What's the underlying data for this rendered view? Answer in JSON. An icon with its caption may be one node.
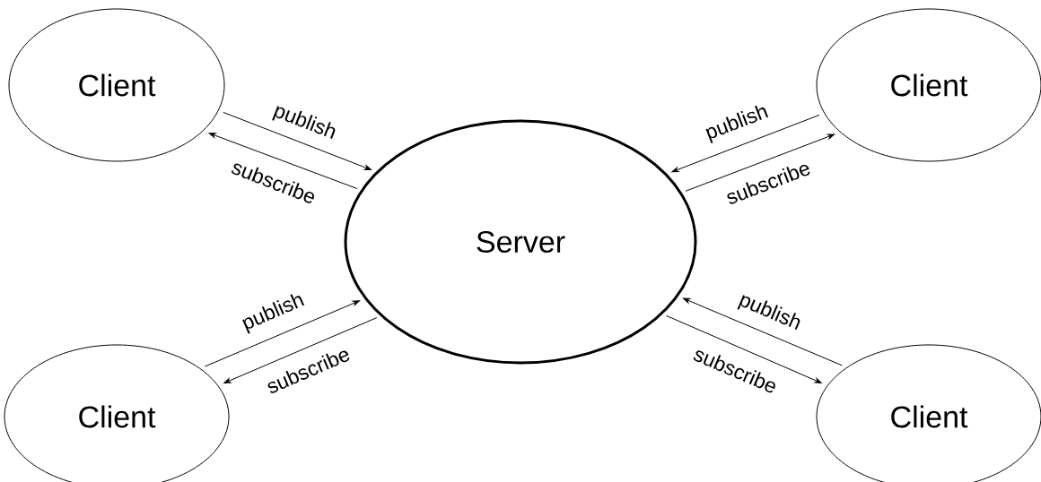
{
  "diagram": {
    "nodes": [
      {
        "text": [
          "Client"
        ]
      },
      {
        "text": [
          "Client"
        ]
      },
      {
        "text": [
          "Server"
        ]
      },
      {
        "text": [
          "Client"
        ]
      },
      {
        "text": [
          "Client"
        ]
      }
    ],
    "edges": [
      {
        "from": 0,
        "to": 2,
        "arrow": "to",
        "label": "publish"
      },
      {
        "from": 2,
        "to": 0,
        "arrow": "to",
        "label": "subscribe"
      },
      {
        "from": 1,
        "to": 2,
        "arrow": "to",
        "label": "publish"
      },
      {
        "from": 2,
        "to": 1,
        "arrow": "to",
        "label": "subscribe"
      },
      {
        "from": 3,
        "to": 2,
        "arrow": "to",
        "label": "publish"
      },
      {
        "from": 2,
        "to": 3,
        "arrow": "to",
        "label": "subscribe"
      },
      {
        "from": 4,
        "to": 2,
        "arrow": "to",
        "label": "publish"
      },
      {
        "from": 2,
        "to": 4,
        "arrow": "to",
        "label": "subscribe"
      }
    ]
  }
}
